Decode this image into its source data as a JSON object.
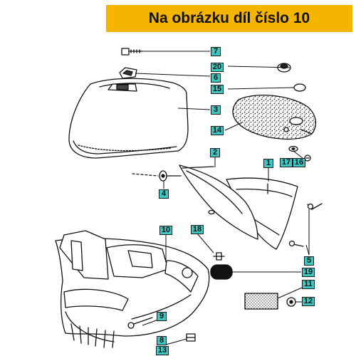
{
  "banner": {
    "text": "Na obrázku díl číslo 10",
    "color": "#f5b400"
  },
  "callout_color": "#3fc6c0",
  "parts": {
    "p1": "1",
    "p2": "2",
    "p3": "3",
    "p4": "4",
    "p5": "5",
    "p6": "6",
    "p7": "7",
    "p8": "8",
    "p9": "9",
    "p10": "10",
    "p11": "11",
    "p12": "12",
    "p13": "13",
    "p14": "14",
    "p15": "15",
    "p16": "16",
    "p17": "17",
    "p18": "18",
    "p19": "19",
    "p20": "20"
  }
}
